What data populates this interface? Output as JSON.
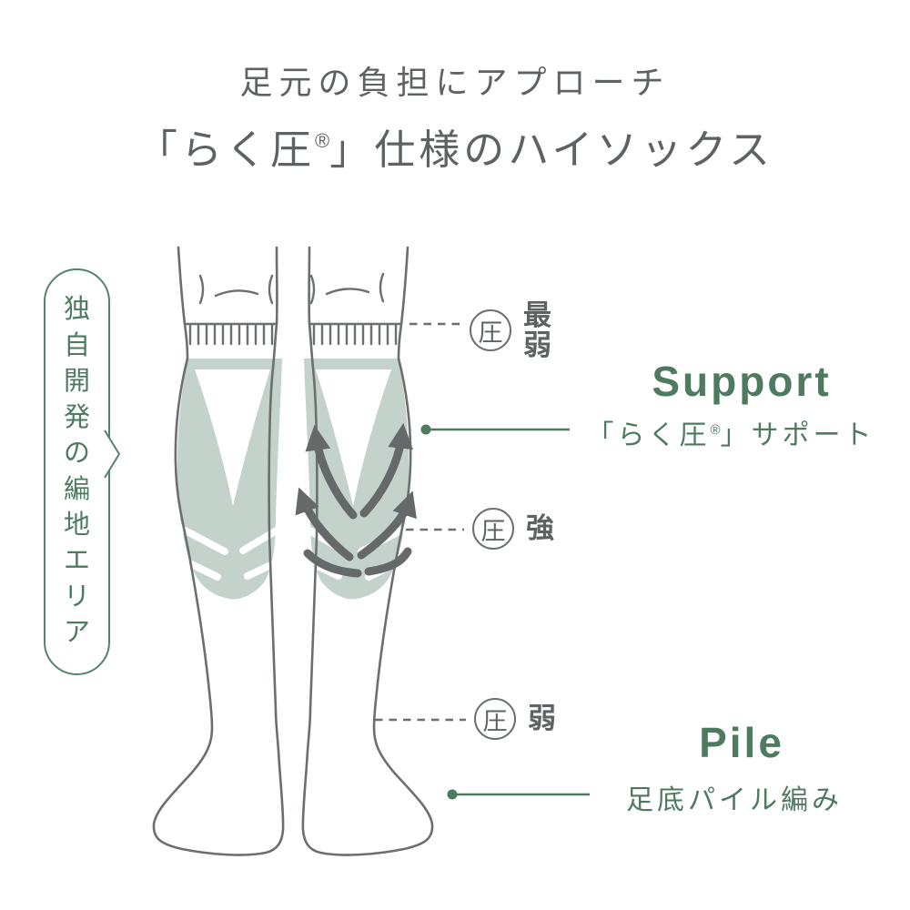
{
  "header": {
    "line1": "足元の負担にアプローチ",
    "line2_prefix": "「らく圧",
    "line2_reg": "®",
    "line2_suffix": "」仕様のハイソックス"
  },
  "side_tag": {
    "text": "独自開発の編地エリア"
  },
  "callouts": {
    "pressure": [
      {
        "symbol": "圧",
        "label": "最\n弱"
      },
      {
        "symbol": "圧",
        "label": "強"
      },
      {
        "symbol": "圧",
        "label": "弱"
      }
    ],
    "support": {
      "heading": "Support",
      "sub_prefix": "「らく圧",
      "sub_reg": "®",
      "sub_suffix": "」サポート"
    },
    "pile": {
      "heading": "Pile",
      "label": "足底パイル編み"
    }
  },
  "colors": {
    "accent_green": "#4e7a5f",
    "capsule_green": "#55836a",
    "sage_zone": "#c3d2ca",
    "text_gray": "#5e6263",
    "outline_gray": "#6b6f70",
    "arrow_gray": "#65696a"
  }
}
